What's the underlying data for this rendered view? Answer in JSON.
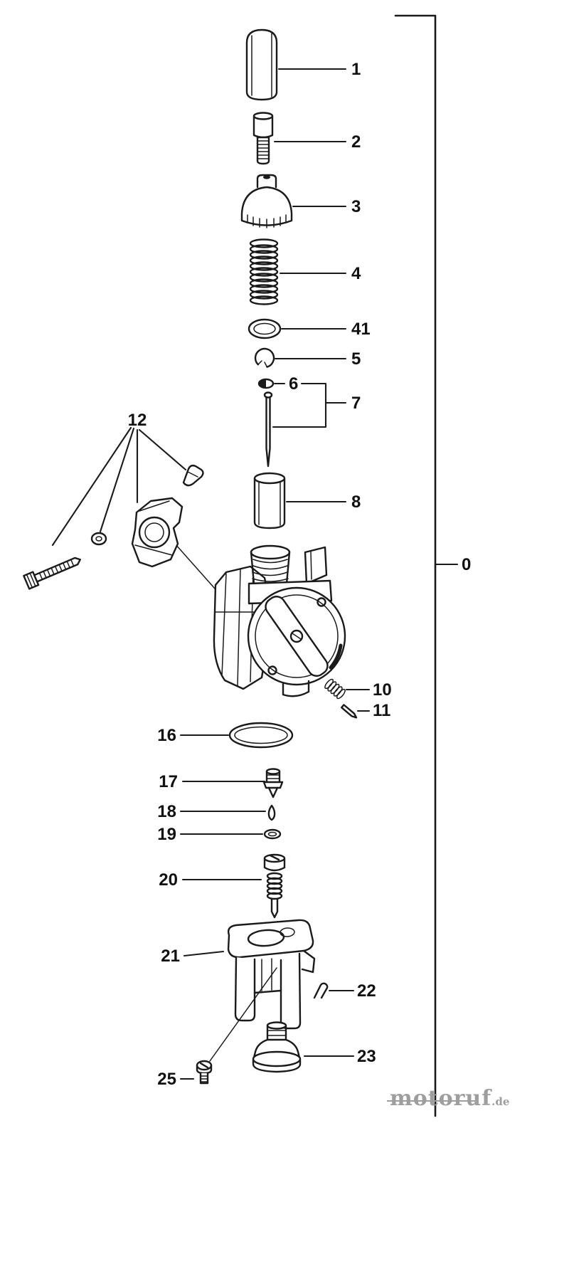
{
  "colors": {
    "ink": "#1a1a1a",
    "callout_text": "#111111",
    "watermark": "#9e9e9e",
    "background": "#ffffff"
  },
  "callouts": {
    "c0": "0",
    "c1": "1",
    "c2": "2",
    "c3": "3",
    "c4": "4",
    "c41": "41",
    "c5": "5",
    "c6": "6",
    "c7": "7",
    "c8": "8",
    "c10": "10",
    "c11": "11",
    "c12": "12",
    "c16": "16",
    "c17": "17",
    "c18": "18",
    "c19": "19",
    "c20": "20",
    "c21": "21",
    "c22": "22",
    "c23": "23",
    "c25": "25"
  },
  "watermark": {
    "brand": "motoruf",
    "tld": ".de"
  }
}
